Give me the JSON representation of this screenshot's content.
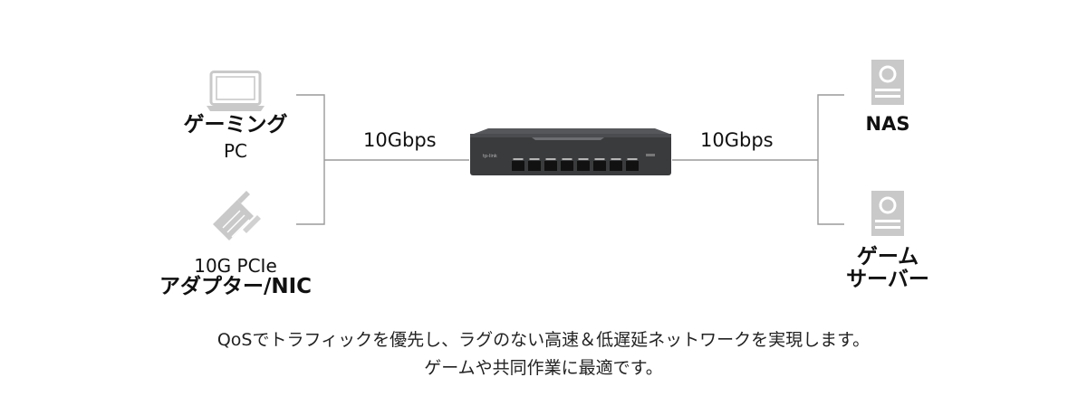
{
  "left": {
    "gaming_pc": {
      "line1": "ゲーミング",
      "line2": "PC",
      "icon": "laptop-icon"
    },
    "nic": {
      "line1": "10G PCIe",
      "line2": "アダプター/NIC",
      "icon": "pcie-card-icon"
    }
  },
  "right": {
    "nas": {
      "label": "NAS",
      "icon": "server-icon"
    },
    "game_server": {
      "line1": "ゲーム",
      "line2": "サーバー",
      "icon": "server-icon"
    }
  },
  "links": {
    "left_speed": "10Gbps",
    "right_speed": "10Gbps"
  },
  "switch": {
    "ports": 8,
    "icon": "network-switch-icon"
  },
  "caption": {
    "line1": "QoSでトラフィックを優先し、ラグのない高速＆低遅延ネットワークを実現します。",
    "line2": "ゲームや共同作業に最適です。"
  },
  "colors": {
    "icon_gray": "#c9c9c9",
    "line_gray": "#9a9a9a",
    "switch_body": "#3a3b3d"
  }
}
